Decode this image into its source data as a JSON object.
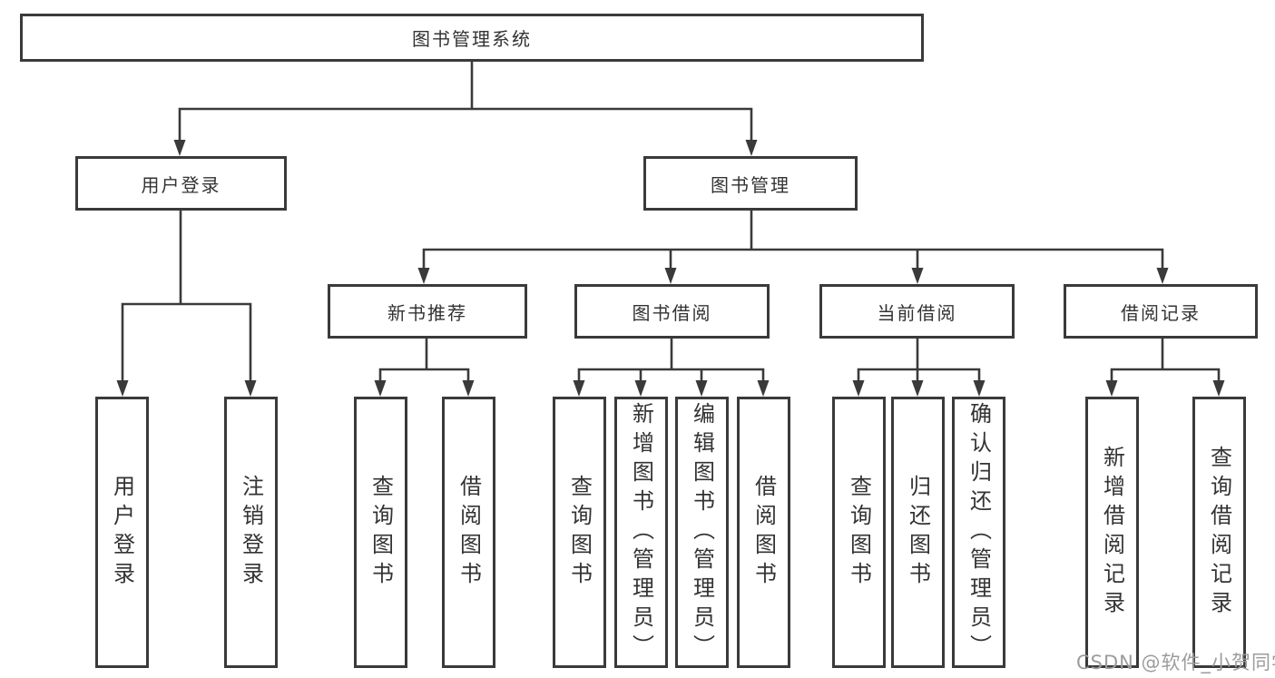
{
  "diagram": {
    "title": "图书管理系统",
    "tree": {
      "root": {
        "label": "图书管理系统"
      },
      "branches": [
        {
          "label": "用户登录",
          "children": [
            {
              "label": "用户登录"
            },
            {
              "label": "注销登录"
            }
          ]
        },
        {
          "label": "图书管理",
          "children": [
            {
              "label": "新书推荐",
              "children": [
                {
                  "label": "查询图书"
                },
                {
                  "label": "借阅图书"
                }
              ]
            },
            {
              "label": "图书借阅",
              "children": [
                {
                  "label": "查询图书"
                },
                {
                  "label": "新增图书（管理员）"
                },
                {
                  "label": "编辑图书（管理员）"
                },
                {
                  "label": "借阅图书"
                }
              ]
            },
            {
              "label": "当前借阅",
              "children": [
                {
                  "label": "查询图书"
                },
                {
                  "label": "归还图书"
                },
                {
                  "label": "确认归还（管理员）"
                }
              ]
            },
            {
              "label": "借阅记录",
              "children": [
                {
                  "label": "新增借阅记录"
                },
                {
                  "label": "查询借阅记录"
                }
              ]
            }
          ]
        }
      ]
    },
    "colors": {
      "line": "#3a3a3a",
      "box_border": "#3a3a3a",
      "box_fill": "#ffffff",
      "text": "#333333",
      "watermark": "#9c9c9c",
      "background": "#ffffff"
    }
  },
  "watermark": {
    "text": "CSDN @软件_小贺同学"
  }
}
